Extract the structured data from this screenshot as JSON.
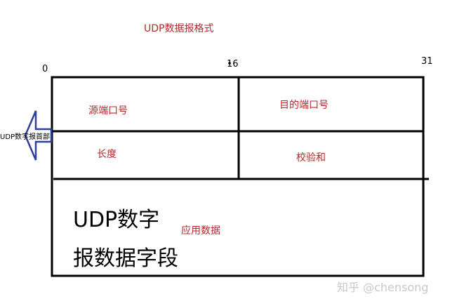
{
  "diagram": {
    "title": "UDP数据报格式",
    "bit_labels": {
      "start": "0",
      "mid": "16",
      "end": "31"
    },
    "header_note": "UDP数字报首部",
    "fields": {
      "source_port": "源端口号",
      "dest_port": "目的端口号",
      "length": "长度",
      "checksum": "校验和"
    },
    "data_section": {
      "line1": "UDP数字",
      "line2": "报数据字段",
      "app_label": "应用数据"
    },
    "colors": {
      "red": "#b5282c",
      "arrow": "#2e3f9a",
      "line": "#000000"
    }
  },
  "watermark": "知乎 @chensong"
}
